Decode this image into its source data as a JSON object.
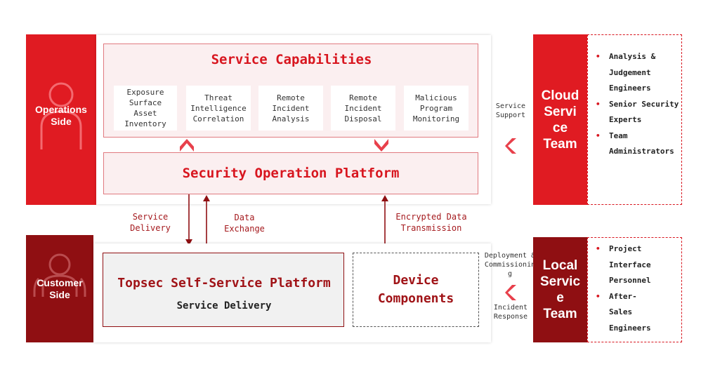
{
  "operations_side": {
    "label": "Operations\nSide",
    "color": "#e01b22"
  },
  "customer_side": {
    "label": "Customer\nSide",
    "color": "#8f0f12"
  },
  "service_capabilities": {
    "title": "Service Capabilities",
    "items": [
      "Exposure\nSurface\nAsset\nInventory",
      "Threat\nIntelligence\nCorrelation",
      "Remote\nIncident\nAnalysis",
      "Remote\nIncident\nDisposal",
      "Malicious\nProgram\nMonitoring"
    ]
  },
  "platform": {
    "title": "Security Operation Platform"
  },
  "flows": {
    "service_delivery": "Service\nDelivery",
    "data_exchange": "Data\nExchange",
    "encrypted": "Encrypted Data\nTransmission"
  },
  "self_service": {
    "title": "Topsec Self-Service Platform",
    "subtitle": "Service Delivery"
  },
  "device": {
    "title": "Device\nComponents"
  },
  "cloud_team": {
    "label": "Cloud\nServi\nce\nTeam",
    "arrow_label": "Service\nSupport",
    "members": [
      "Analysis &\nJudgement\nEngineers",
      "Senior Security\nExperts",
      "Team\nAdministrators"
    ]
  },
  "local_team": {
    "label": "Local\nServic\ne\nTeam",
    "arrow_label_top": "Deployment &\nCommissionin\ng",
    "arrow_label_bottom": "Incident\nResponse",
    "members": [
      "Project\nInterface\nPersonnel",
      "After-\nSales\nEngineers"
    ]
  },
  "colors": {
    "accent": "#d8161f",
    "dark_red": "#8f0f12",
    "arrow_pink": "#e8404b"
  }
}
